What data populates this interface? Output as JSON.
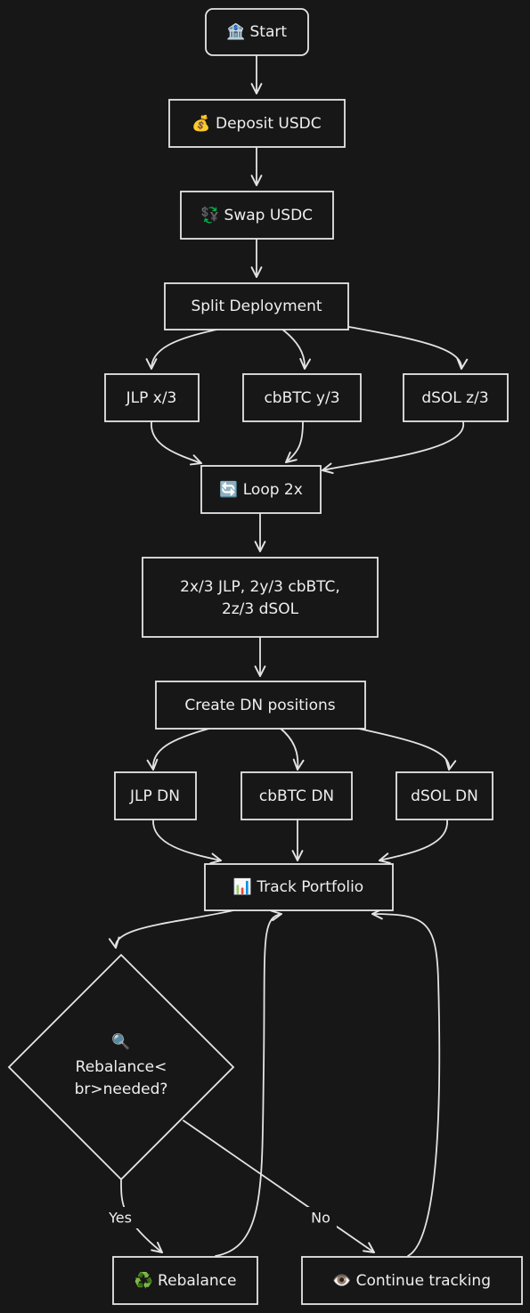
{
  "nodes": {
    "start": "🏦 Start",
    "deposit": "💰 Deposit USDC",
    "swap": "💱 Swap USDC",
    "split": "Split Deployment",
    "jlp": "JLP x/3",
    "cbbtc": "cbBTC y/3",
    "dsol": "dSOL z/3",
    "loop": "🔄 Loop 2x",
    "result_line1": "2x/3 JLP, 2y/3 cbBTC,",
    "result_line2": "2z/3 dSOL",
    "create_dn": "Create DN positions",
    "jlp_dn": "JLP DN",
    "cbbtc_dn": "cbBTC DN",
    "dsol_dn": "dSOL DN",
    "track": "📊 Track Portfolio",
    "decision_icon": "🔍",
    "decision_line1": "Rebalance<",
    "decision_line2": "br>needed?",
    "rebalance": "♻️ Rebalance",
    "continue": "👁️ Continue tracking"
  },
  "edges": {
    "yes": "Yes",
    "no": "No"
  }
}
